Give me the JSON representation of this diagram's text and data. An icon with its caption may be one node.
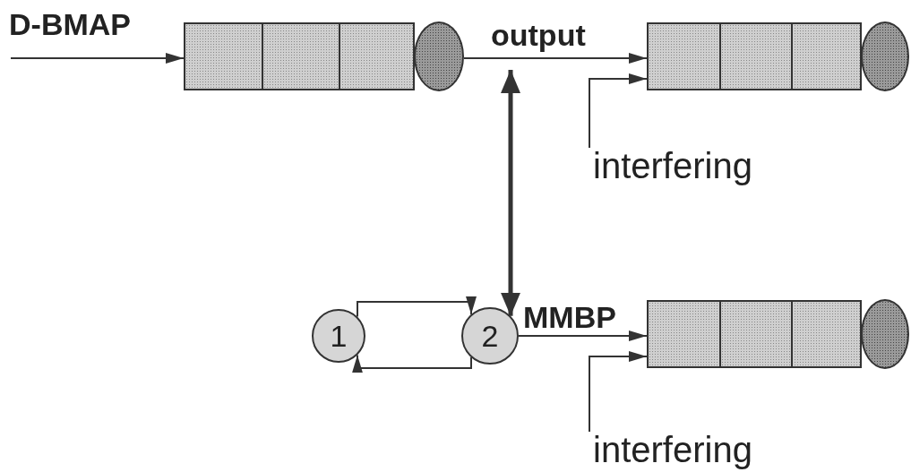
{
  "diagram": {
    "nodes": [
      {
        "text": [],
        "shape": "box"
      },
      {
        "text": [],
        "shape": "circle"
      },
      {
        "text": [],
        "shape": "box"
      },
      {
        "text": [],
        "shape": "circle"
      },
      {
        "text": [
          "interfering"
        ]
      },
      {
        "text": [
          "1"
        ]
      },
      {
        "text": [
          "2"
        ]
      },
      {
        "text": [],
        "shape": "box"
      },
      {
        "text": [],
        "shape": "circle"
      },
      {
        "text": [
          "interfering"
        ]
      }
    ],
    "edges": [
      {
        "from": null,
        "to": 0,
        "arrow": "to",
        "label": "D-BMAP"
      },
      {
        "from": 1,
        "to": 2,
        "arrow": "to",
        "label": "output"
      },
      {
        "from": 4,
        "to": 2,
        "arrow": "to"
      },
      {
        "from": 5,
        "to": 6,
        "arrow": "to"
      },
      {
        "from": 6,
        "to": 5,
        "arrow": "to"
      },
      {
        "from": 6,
        "to": 7,
        "arrow": "to",
        "label": "MMBP"
      },
      {
        "from": 9,
        "to": 7,
        "arrow": "to"
      },
      {
        "from": null,
        "to": 6,
        "arrow": "both",
        "style": "thick"
      }
    ]
  }
}
